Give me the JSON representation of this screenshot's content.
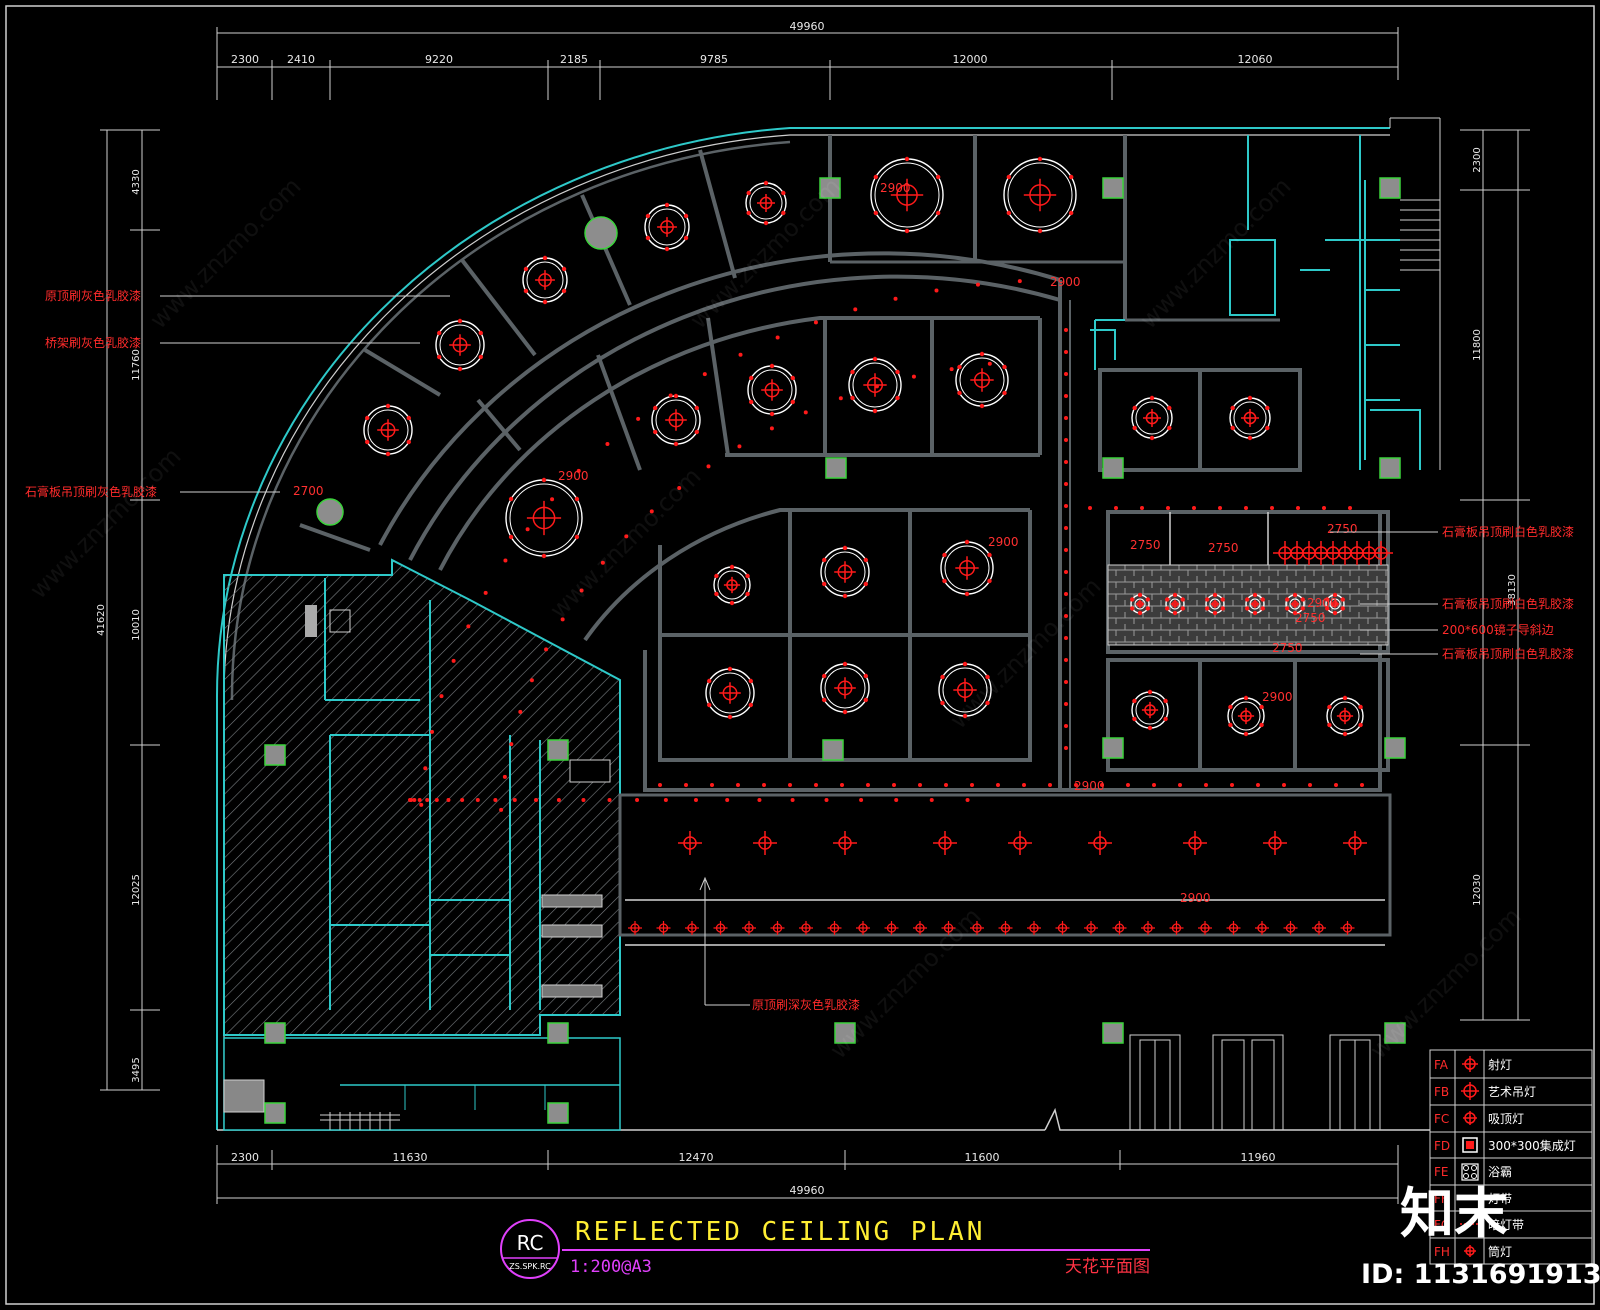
{
  "drawing": {
    "title": "REFLECTED  CEILING  PLAN",
    "scale": "1:200@A3",
    "title_cn": "天花平面图",
    "badge_top": "RC",
    "badge_sub": "ZS.SPK.RC"
  },
  "dimensions": {
    "top_total": "49960",
    "top_segments": [
      "2300",
      "2410",
      "9220",
      "2185",
      "9785",
      "12000",
      "12060"
    ],
    "bottom_total": "49960",
    "bottom_segments": [
      "2300",
      "11630",
      "12470",
      "11600",
      "11960"
    ],
    "left_total": "41620",
    "left_segments": [
      "4330",
      "11760",
      "10010",
      "12025",
      "3495"
    ],
    "right_total": "38130",
    "right_segments": [
      "2300",
      "11800",
      "12030"
    ]
  },
  "notes": {
    "left": [
      "原顶刷灰色乳胶漆",
      "桥架刷灰色乳胶漆",
      "石膏板吊顶刷灰色乳胶漆"
    ],
    "right": [
      "石膏板吊顶刷白色乳胶漆",
      "石膏板吊顶刷白色乳胶漆",
      "200*600镜子导斜边",
      "石膏板吊顶刷白色乳胶漆"
    ],
    "bottom": "原顶刷深灰色乳胶漆"
  },
  "levels": [
    "2900",
    "2900",
    "2900",
    "2900",
    "2700",
    "2750",
    "2750",
    "2750",
    "2900",
    "2750",
    "2750",
    "2900",
    "2900"
  ],
  "legend": [
    {
      "code": "FA",
      "label": "射灯"
    },
    {
      "code": "FB",
      "label": "艺术吊灯"
    },
    {
      "code": "FC",
      "label": "吸顶灯"
    },
    {
      "code": "FD",
      "label": "300*300集成灯"
    },
    {
      "code": "FE",
      "label": "浴霸"
    },
    {
      "code": "FF",
      "label": "灯带"
    },
    {
      "code": "FG",
      "label": "暗灯带"
    },
    {
      "code": "FH",
      "label": "筒灯"
    }
  ],
  "watermark": {
    "url_text": "www.znzmo.com",
    "brand": "知末",
    "id": "ID: 1131691913"
  },
  "colors": {
    "wall": "#5b6266",
    "cyan": "#2ec9c9",
    "red": "#ff1a1a",
    "title": "#ffee33",
    "magenta": "#e040fb"
  }
}
